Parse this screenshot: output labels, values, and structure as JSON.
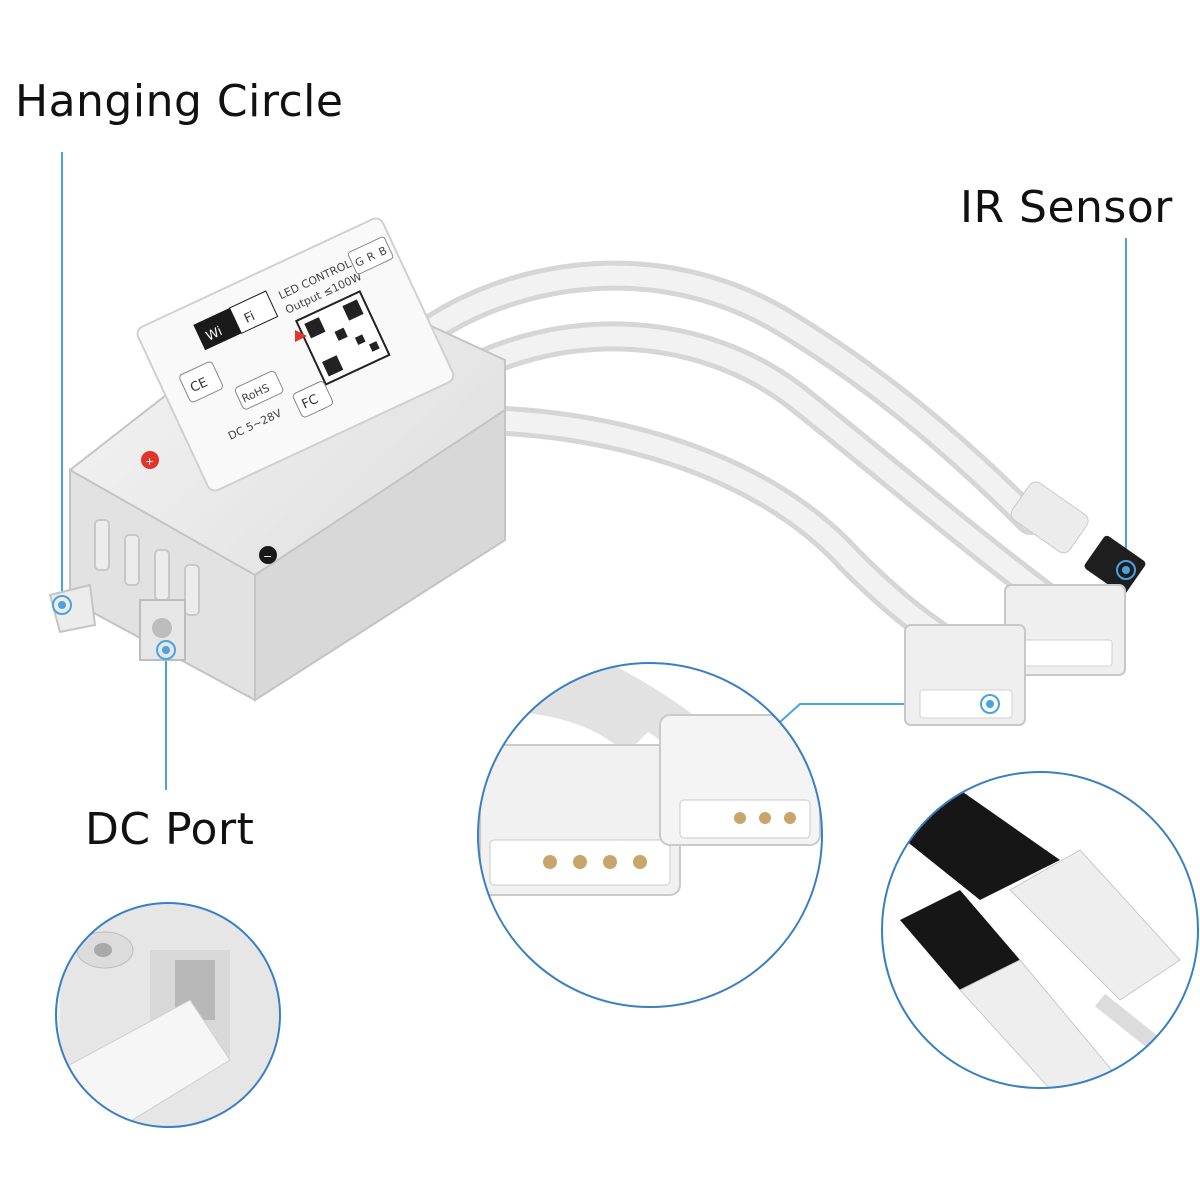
{
  "callouts": {
    "hanging_circle": "Hanging Circle",
    "ir_sensor": "IR Sensor",
    "dc_port": "DC Port"
  },
  "device_label": {
    "wifi_left": "Wi",
    "wifi_right": "Fi",
    "line1": "LED CONTROLLER",
    "line2": "Output ≤100W",
    "voltage": "DC 5~28V",
    "ce": "CE",
    "rohs": "RoHS",
    "fc": "FC",
    "channel_g": "G",
    "channel_r": "R",
    "channel_b": "B",
    "plus": "+",
    "minus": "−"
  },
  "colors": {
    "accent": "#4aa3df",
    "device": "#ededed",
    "shadow": "#cfcfcf"
  }
}
